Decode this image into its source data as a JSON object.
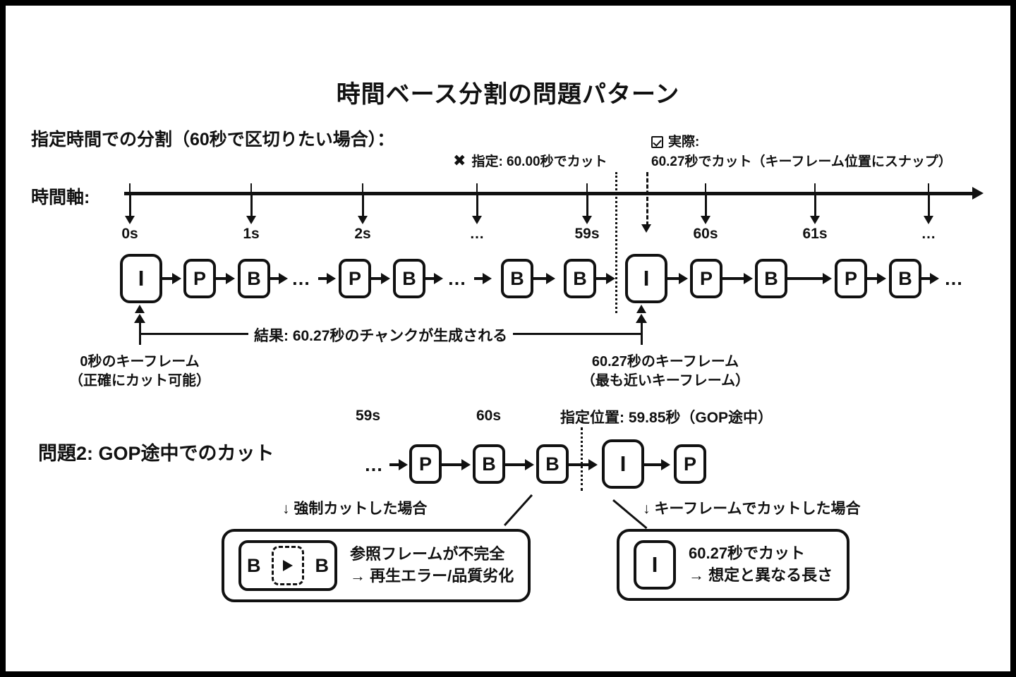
{
  "title": "時間ベース分割の問題パターン",
  "section1": {
    "heading": "指定時間での分割（60秒で区切りたい場合）：",
    "callout_spec": {
      "icon": "x-mark-icon",
      "text": "指定: 60.00秒でカット"
    },
    "callout_actual": {
      "icon": "checkbox-checked-icon",
      "line1": "実際:",
      "line2": "60.27秒でカット（キーフレーム位置にスナップ）"
    },
    "axis_label": "時間軸:",
    "axis_ticks": [
      "0s",
      "1s",
      "2s",
      "…",
      "59s",
      "60s",
      "61s",
      "…"
    ],
    "frames": [
      "I",
      "P",
      "B",
      "…",
      "P",
      "B",
      "…",
      "B",
      "B",
      "I",
      "P",
      "B",
      "P",
      "B",
      "…"
    ],
    "span_label": "結果: 60.27秒のチャンクが生成される",
    "annot_left": {
      "line1": "0秒のキーフレーム",
      "line2": "（正確にカット可能）"
    },
    "annot_right": {
      "line1": "60.27秒のキーフレーム",
      "line2": "（最も近いキーフレーム）"
    }
  },
  "section2": {
    "heading": "問題2: GOP途中でのカット",
    "tick_59": "59s",
    "tick_60": "60s",
    "position_label": "指定位置: 59.85秒（GOP途中）",
    "frames": [
      "…",
      "P",
      "B",
      "B",
      "I",
      "P"
    ],
    "branch_left_label": "↓ 強制カットした場合",
    "branch_right_label": "↓ キーフレームでカットした場合",
    "result_bad": {
      "glyph_left": "B",
      "glyph_right": "B",
      "line1": "参照フレームが不完全",
      "line2": "→ 再生エラー/品質劣化"
    },
    "result_good": {
      "glyph": "I",
      "line1": "60.27秒でカット",
      "line2": "→ 想定と異なる長さ"
    }
  },
  "colors": {
    "ink": "#111111",
    "paper": "#ffffff",
    "border": "#000000"
  }
}
